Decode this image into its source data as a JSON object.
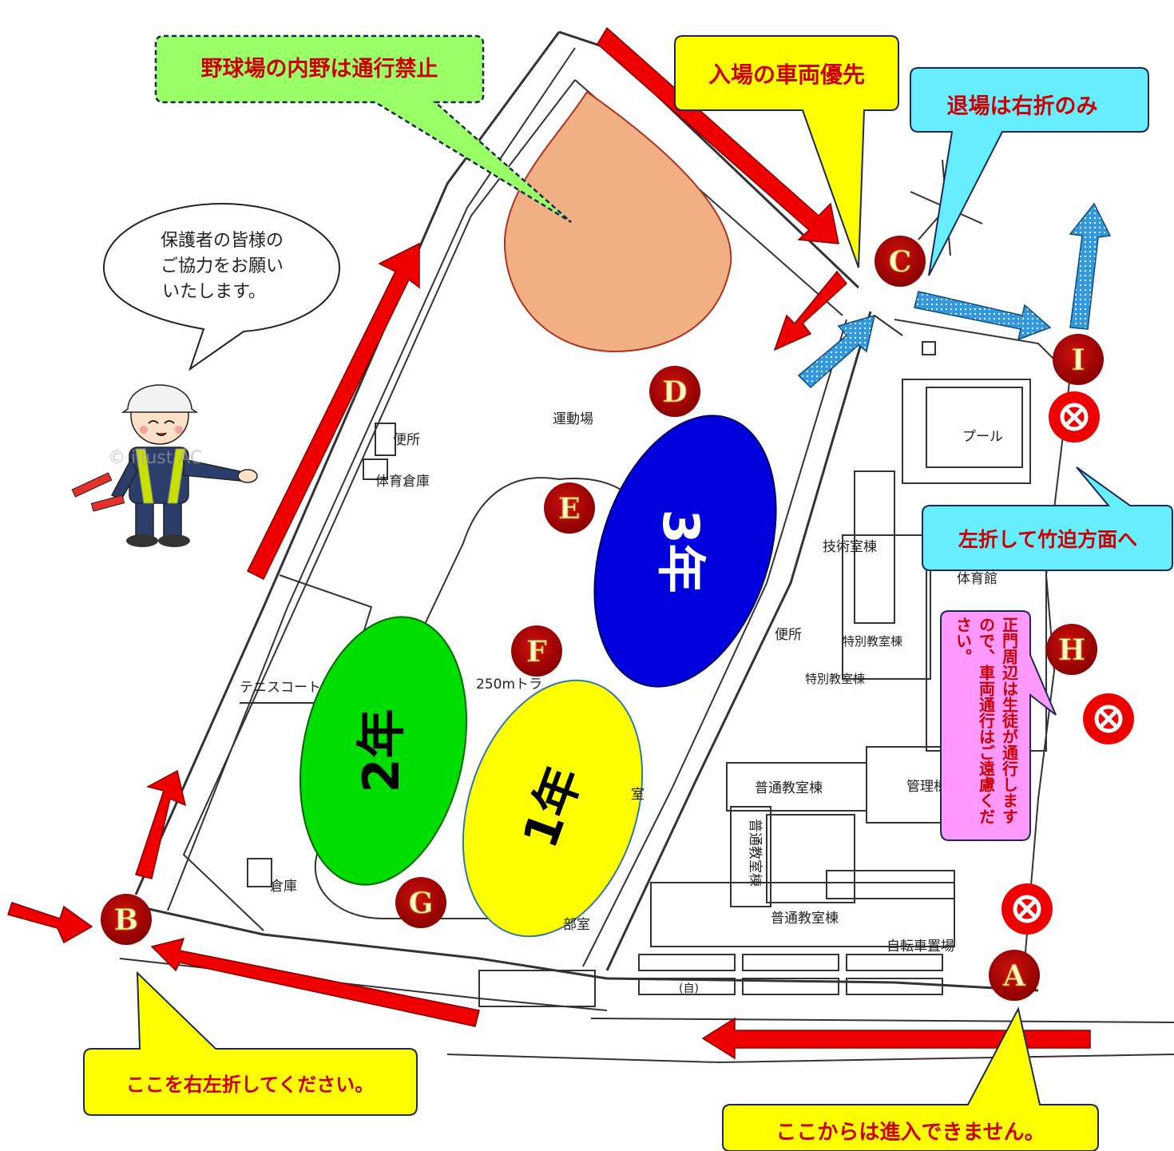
{
  "callouts": {
    "infield": "野球場の内野は通行禁止",
    "entry_priority": "入場の車両優先",
    "exit_right": "退場は右折のみ",
    "turn_left": "左折して竹迫方面へ",
    "main_gate": "正門周辺は生徒が通行しますので、車両通行はご遠慮ください。",
    "turn_here": "ここを右左折してください。",
    "no_entry": "ここからは進入できません。",
    "speech": [
      "保護者の皆様の",
      "ご協力をお願い",
      "いたします。"
    ]
  },
  "points": {
    "A": "A",
    "B": "B",
    "C": "C",
    "D": "D",
    "E": "E",
    "F": "F",
    "G": "G",
    "H": "H",
    "I": "I"
  },
  "zones": {
    "grade1": "1年",
    "grade2": "2年",
    "grade3": "3年"
  },
  "map_labels": {
    "ground": "運動場",
    "toilet1": "便所",
    "storage": "体育倉庫",
    "pool": "プール",
    "tech": "技術室棟",
    "gym": "体育館",
    "toilet2": "便所",
    "special1": "特別教室棟",
    "special2": "特別教室棟",
    "tennis": "テニスコート",
    "track": "250mトラ",
    "general1": "普通教室棟",
    "general2": "普通教室棟",
    "general3": "普通教室棟",
    "admin": "管理棟",
    "warehouse": "倉庫",
    "club": "部室",
    "bike": "自転車置場",
    "room": "室",
    "self": "(自)"
  },
  "colors": {
    "red_arrow": "#ee0000",
    "blue_arrow": "#3399dd",
    "grade1": "#ffff00",
    "grade2": "#00dd00",
    "grade3": "#0000dd",
    "infield": "#f0b084",
    "point_bg": "#a80000",
    "no_entry": "#ee0000",
    "yellow_callout": "#ffff00",
    "cyan_callout": "#66eeff",
    "green_callout": "#99ff66",
    "pink_callout": "#ff99ff"
  },
  "watermark": "© illust AC",
  "icons": {
    "no_entry": "no-entry-circle-x-icon",
    "guard": "traffic-guard-illustration"
  }
}
